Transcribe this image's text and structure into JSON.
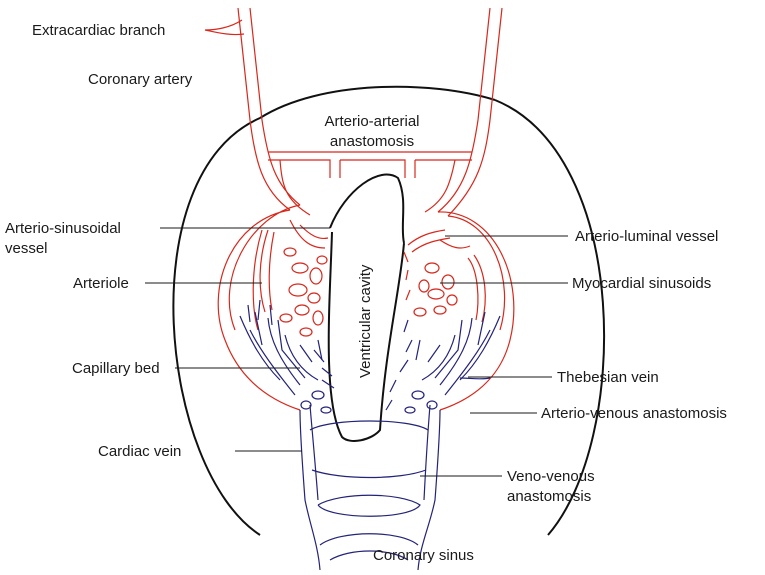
{
  "labels": {
    "extracardiac_branch": "Extracardiac branch",
    "coronary_artery": "Coronary artery",
    "arterio_arterial_line1": "Arterio-arterial",
    "arterio_arterial_line2": "anastomosis",
    "arterio_sinusoidal_line1": "Arterio-sinusoidal",
    "arterio_sinusoidal_line2": "vessel",
    "arteriole": "Arteriole",
    "capillary_bed": "Capillary bed",
    "cardiac_vein": "Cardiac vein",
    "ventricular_cavity": "Ventricular cavity",
    "arterio_luminal_vessel": "Arterio-luminal vessel",
    "myocardial_sinusoids": "Myocardial sinusoids",
    "thebesian_vein": "Thebesian vein",
    "arterio_venous_anastomosis": "Arterio-venous anastomosis",
    "veno_venous_line1": "Veno-venous",
    "veno_venous_line2": "anastomosis",
    "coronary_sinus": "Coronary sinus"
  },
  "colors": {
    "artery": "#d8281c",
    "vein": "#23237a",
    "outline": "#111111",
    "text": "#1a1a1a"
  }
}
